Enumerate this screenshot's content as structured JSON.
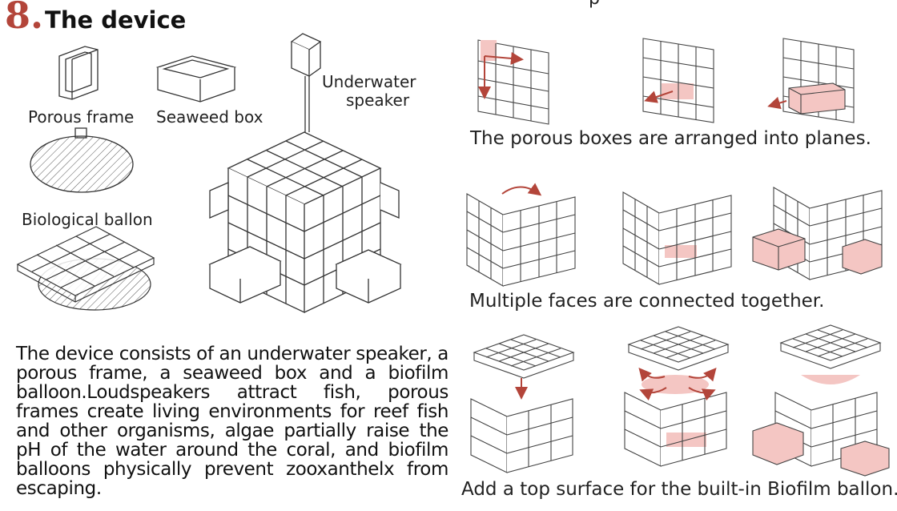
{
  "title": {
    "number": "8.",
    "text": "The device"
  },
  "top_clipped_text": "p",
  "labels": {
    "porous_frame": "Porous frame",
    "seaweed_box": "Seaweed box",
    "biological_ballon": "Biological ballon",
    "speaker_line1": "Underwater",
    "speaker_line2": "speaker"
  },
  "description": "The device consists of an underwater speaker, a porous frame, a seaweed box and a biofilm balloon.Loudspeakers attract fish, porous frames create living environments for reef fish and other organisms, algae partially raise the pH of the water around the coral, and biofilm balloons physically prevent zooxanthelx from escaping.",
  "steps": [
    {
      "caption": "The porous boxes are arranged into planes."
    },
    {
      "caption": "Multiple faces are connected together."
    },
    {
      "caption": "Add a top surface for the built-in Biofilm ballon."
    }
  ],
  "colors": {
    "accent": "#b3453a",
    "pink_fill": "#f4c6c3",
    "line": "#333333"
  }
}
